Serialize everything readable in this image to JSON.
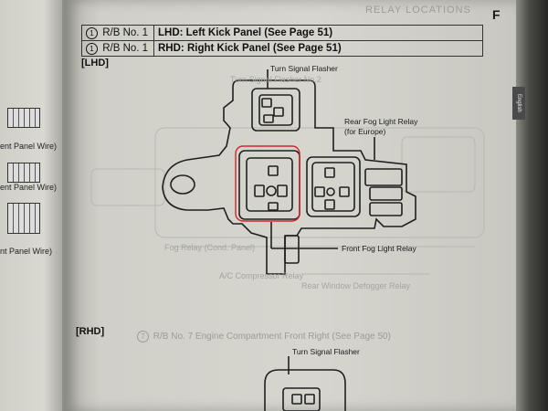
{
  "header": {
    "ghost_title": "RELAY LOCATIONS",
    "section_letter": "F",
    "side_tab": "English"
  },
  "location_table": {
    "rows": [
      {
        "symbol": "1",
        "name": "R/B No. 1",
        "location": "LHD:  Left Kick Panel (See Page 51)"
      },
      {
        "symbol": "1",
        "name": "R/B No. 1",
        "location": "RHD:  Right  Kick Panel (See Page 51)"
      }
    ]
  },
  "lhd": {
    "heading": "[LHD]",
    "labels": {
      "turn_signal": "Turn Signal Flasher",
      "rear_fog": "Rear Fog Light Relay",
      "rear_fog_note": "(for Europe)",
      "front_fog": "Front Fog Light Relay"
    }
  },
  "rhd": {
    "heading": "[RHD]",
    "ghost_line": "Engine Compartment Front Right (See Page 50)",
    "labels": {
      "turn_signal": "Turn Signal Flasher"
    }
  },
  "left_page_fragments": [
    "ent Panel Wire)",
    "ent Panel Wire)",
    "nt Panel Wire)"
  ],
  "colors": {
    "highlight": "#d4262a",
    "ink": "#1a1a1a"
  }
}
